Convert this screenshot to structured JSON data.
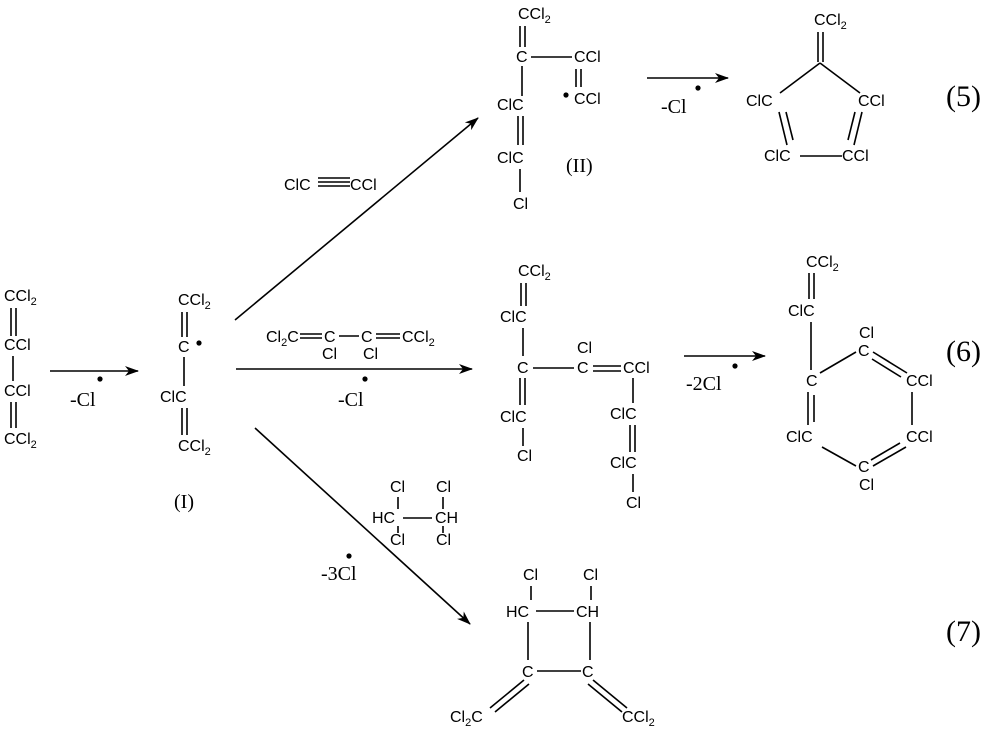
{
  "structures": {
    "start": {
      "atoms": [
        "CCl2",
        "CCl",
        "CCl",
        "CCl2"
      ]
    },
    "intermediate_I": {
      "label": "(I)",
      "atoms": [
        "CCl2",
        "C",
        "ClC",
        "CCl2"
      ]
    },
    "intermediate_II": {
      "label": "(II)",
      "atoms": [
        "CCl2",
        "C",
        "CCl",
        "CCl",
        "ClC",
        "ClC",
        "Cl"
      ]
    },
    "product_5": {
      "atoms": [
        "CCl2",
        "ClC",
        "CCl",
        "ClC",
        "CCl"
      ]
    },
    "intermediate_6": {
      "atoms": [
        "CCl2",
        "ClC",
        "C",
        "Cl",
        "C",
        "CCl",
        "ClC",
        "ClC",
        "Cl",
        "ClC"
      ]
    },
    "product_6": {
      "atoms": [
        "CCl2",
        "ClC",
        "C",
        "Cl",
        "C",
        "CCl",
        "CCl",
        "ClC",
        "C",
        "Cl"
      ]
    },
    "product_7": {
      "atoms": [
        "Cl",
        "Cl",
        "HC",
        "CH",
        "C",
        "C",
        "Cl2C",
        "CCl2"
      ]
    }
  },
  "reagents": {
    "tetrachloroethylyne": {
      "left": "ClC",
      "right": "CCl"
    },
    "diene": {
      "top": "Cl2C",
      "bottom_left": "Cl",
      "bottom_right": "Cl",
      "end": "CCl2",
      "c1": "C",
      "c2": "C"
    },
    "tetrachloroethane": {
      "cl_top_left": "Cl",
      "cl_top_right": "Cl",
      "left": "HC",
      "right": "CH",
      "cl_bottom_left": "Cl",
      "cl_bottom_right": "Cl"
    }
  },
  "arrow_labels": {
    "step1": "-Cl",
    "step_to_6": "-Cl",
    "step_to_7": "-3Cl",
    "step5": "-Cl",
    "step6": "-2Cl"
  },
  "equation_numbers": [
    "(5)",
    "(6)",
    "(7)"
  ]
}
